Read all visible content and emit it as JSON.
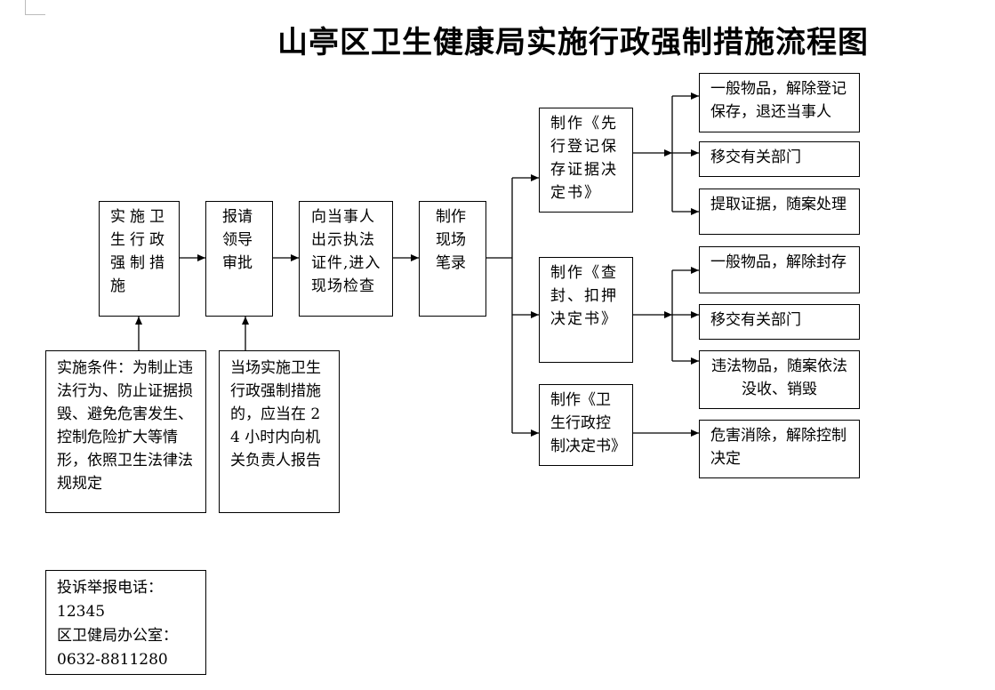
{
  "title": "山亭区卫生健康局实施行政强制措施流程图",
  "steps": {
    "implement": "实施卫生行政强制措施",
    "request": "报请领导审批",
    "show_cert": "向当事人出示执法证件,进入现场检查",
    "record": "制作现场笔录"
  },
  "conditions": {
    "implement_condition": "实施条件：为制止违法行为、防止证据损毁、避免危害发生、控制危险扩大等情形，依照卫生法律法规规定",
    "onsite_report": "当场实施卫生行政强制措施的，应当在 24 小时内向机关负责人报告"
  },
  "branches": [
    {
      "decision": "制作《先行登记保存证据决定书》",
      "outcomes": [
        "一般物品，解除登记保存，退还当事人",
        "移交有关部门",
        "提取证据，随案处理"
      ]
    },
    {
      "decision": "制作《查封、扣押决定书》",
      "outcomes": [
        "一般物品，解除封存",
        "移交有关部门",
        "违法物品，随案依法没收、销毁"
      ]
    },
    {
      "decision": "制作《卫生行政控制决定书》",
      "outcomes": [
        "危害消除，解除控制决定"
      ]
    }
  ],
  "contact": {
    "hotline_label": "投诉举报电话：",
    "hotline_number": "12345",
    "office_label": "区卫健局办公室：",
    "office_number": "0632-8811280"
  }
}
